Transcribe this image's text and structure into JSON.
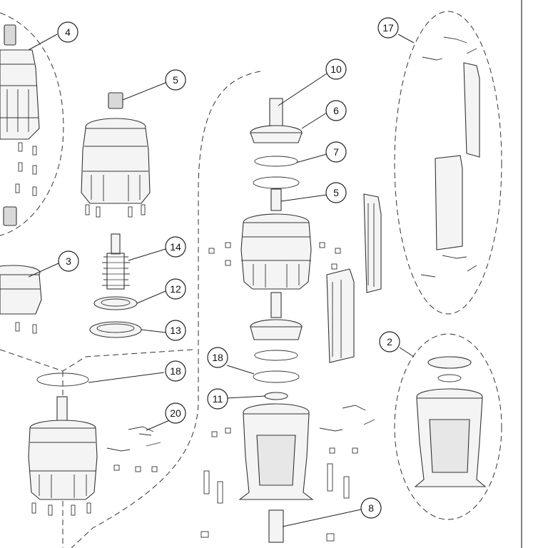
{
  "callouts": {
    "c4": "4",
    "c5a": "5",
    "c3": "3",
    "c14": "14",
    "c12": "12",
    "c13": "13",
    "c18a": "18",
    "c20": "20",
    "c10": "10",
    "c6": "6",
    "c7": "7",
    "c5b": "5",
    "c18b": "18",
    "c11": "11",
    "c8": "8",
    "c17": "17",
    "c2": "2"
  }
}
